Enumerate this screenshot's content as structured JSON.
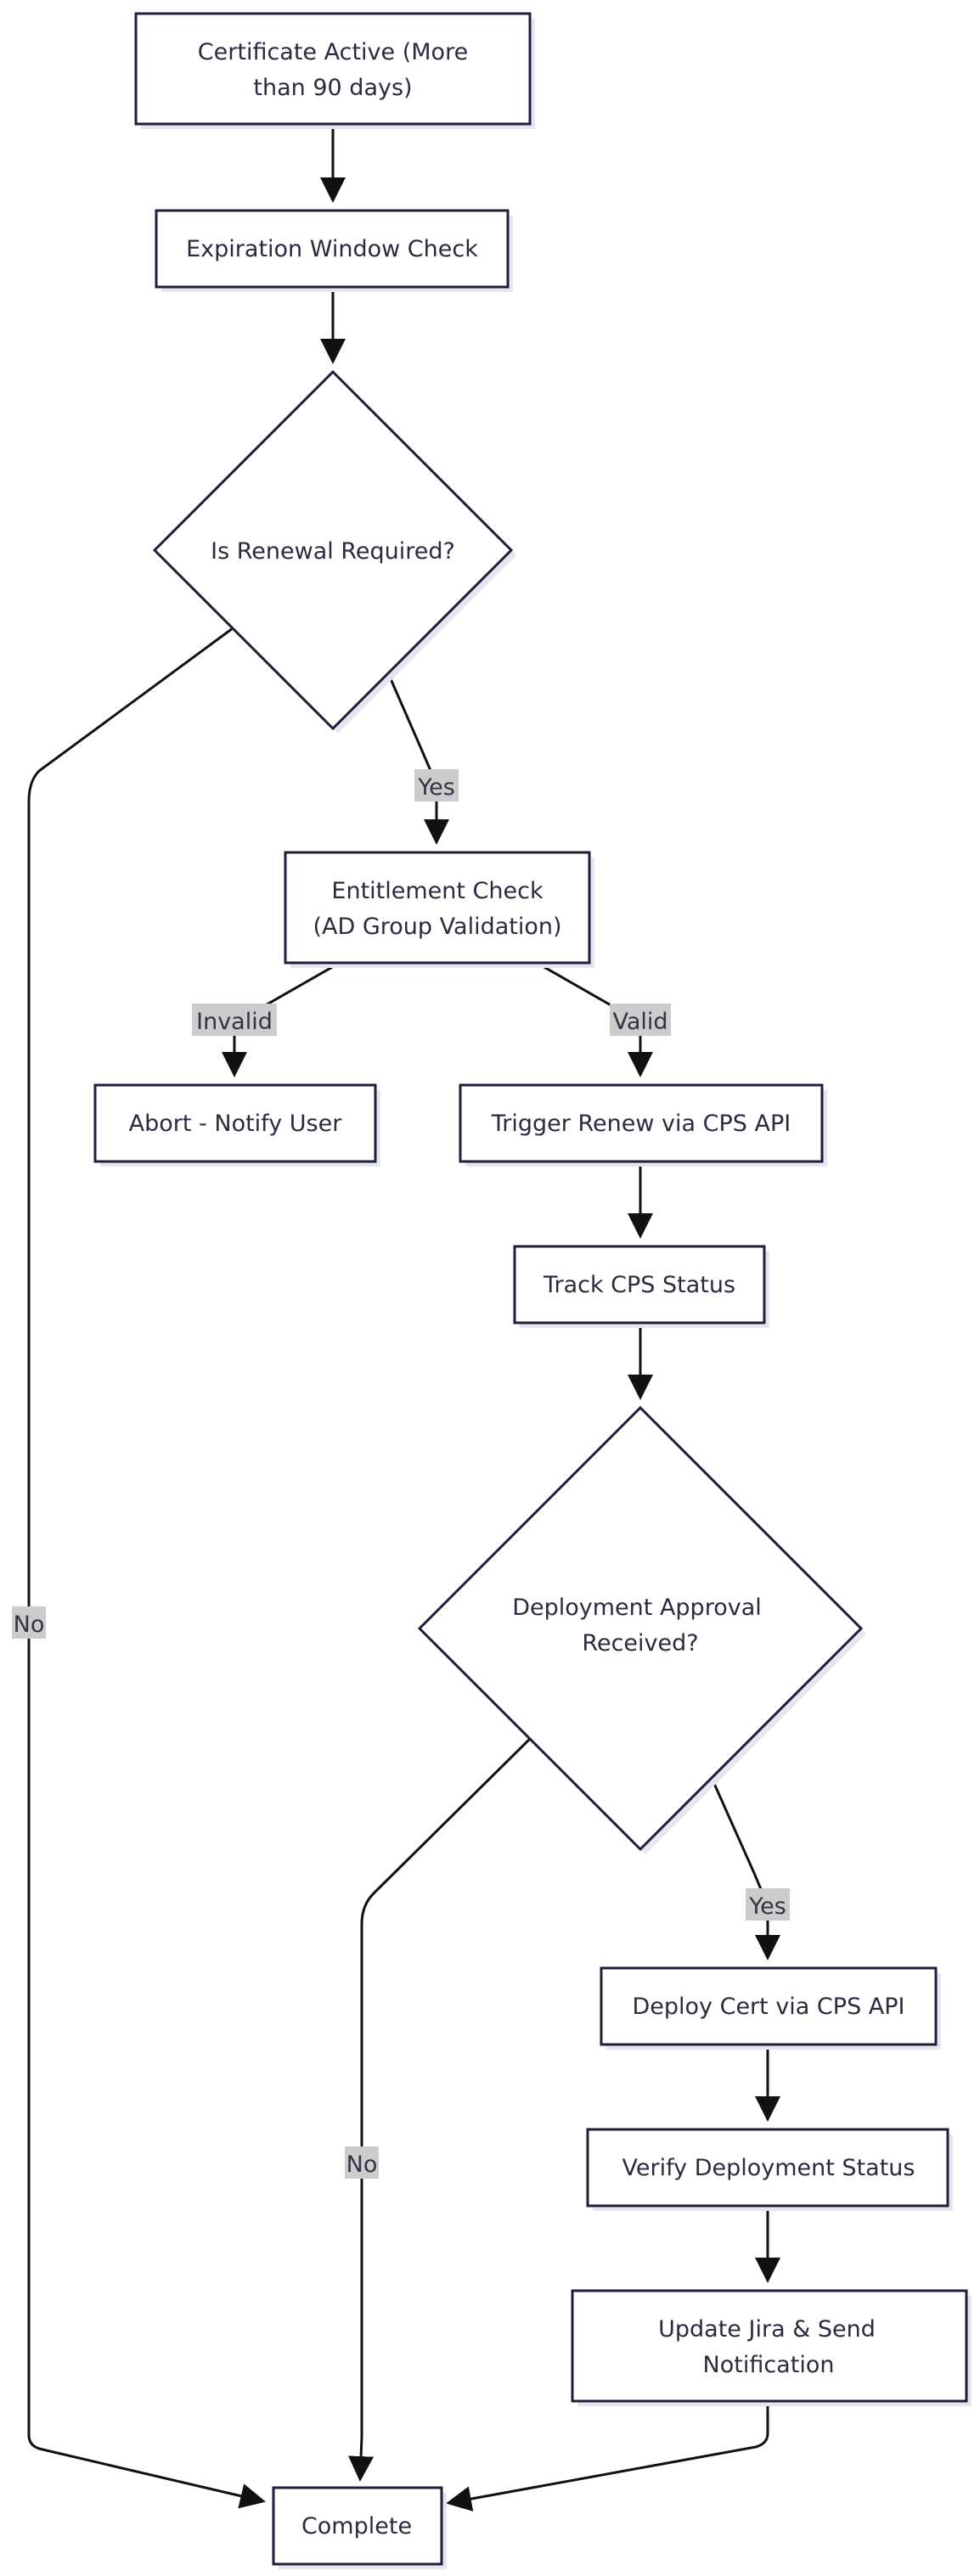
{
  "nodes": {
    "cert_active": [
      "Certificate Active (More",
      "than 90 days)"
    ],
    "expiration_check": [
      "Expiration Window Check"
    ],
    "renewal_required": [
      "Is Renewal Required?"
    ],
    "entitlement_check": [
      "Entitlement Check",
      "(AD Group Validation)"
    ],
    "abort_notify": [
      "Abort - Notify User"
    ],
    "trigger_renew": [
      "Trigger Renew via CPS API"
    ],
    "track_status": [
      "Track CPS Status"
    ],
    "deployment_approval": [
      "Deployment Approval",
      "Received?"
    ],
    "deploy_cert": [
      "Deploy Cert via CPS API"
    ],
    "verify_deployment": [
      "Verify Deployment Status"
    ],
    "update_jira": [
      "Update Jira & Send",
      "Notification"
    ],
    "complete": [
      "Complete"
    ]
  },
  "edge_labels": {
    "renewal_yes": "Yes",
    "renewal_no": "No",
    "entitlement_invalid": "Invalid",
    "entitlement_valid": "Valid",
    "approval_yes": "Yes",
    "approval_no": "No"
  },
  "colors": {
    "node_stroke": "#1f1f3a",
    "node_fill": "#ffffff",
    "edge_stroke": "#111111",
    "label_background": "#cccccc",
    "text": "#2a2a40"
  }
}
